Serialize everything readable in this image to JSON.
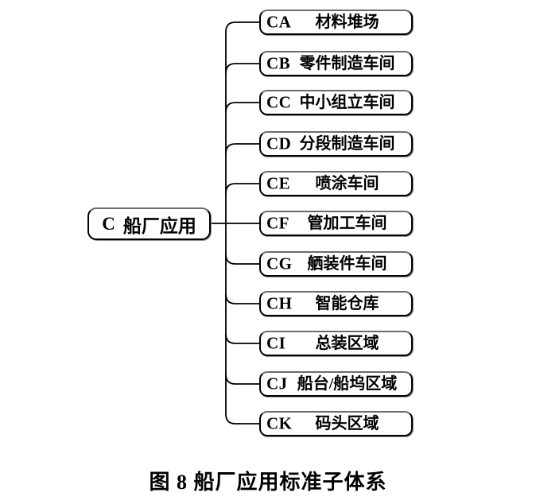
{
  "root": {
    "code": "C",
    "label": "船厂应用"
  },
  "children": [
    {
      "code": "CA",
      "label": "材料堆场"
    },
    {
      "code": "CB",
      "label": "零件制造车间"
    },
    {
      "code": "CC",
      "label": "中小组立车间"
    },
    {
      "code": "CD",
      "label": "分段制造车间"
    },
    {
      "code": "CE",
      "label": "喷涂车间"
    },
    {
      "code": "CF",
      "label": "管加工车间"
    },
    {
      "code": "CG",
      "label": "舾装件车间"
    },
    {
      "code": "CH",
      "label": "智能仓库"
    },
    {
      "code": "CI",
      "label": "总装区域"
    },
    {
      "code": "CJ",
      "label": "船台/船坞区域"
    },
    {
      "code": "CK",
      "label": "码头区域"
    }
  ],
  "caption": "图 8 船厂应用标准子体系",
  "colors": {
    "line": "#000000",
    "node_border": "#000000",
    "background": "#ffffff"
  }
}
